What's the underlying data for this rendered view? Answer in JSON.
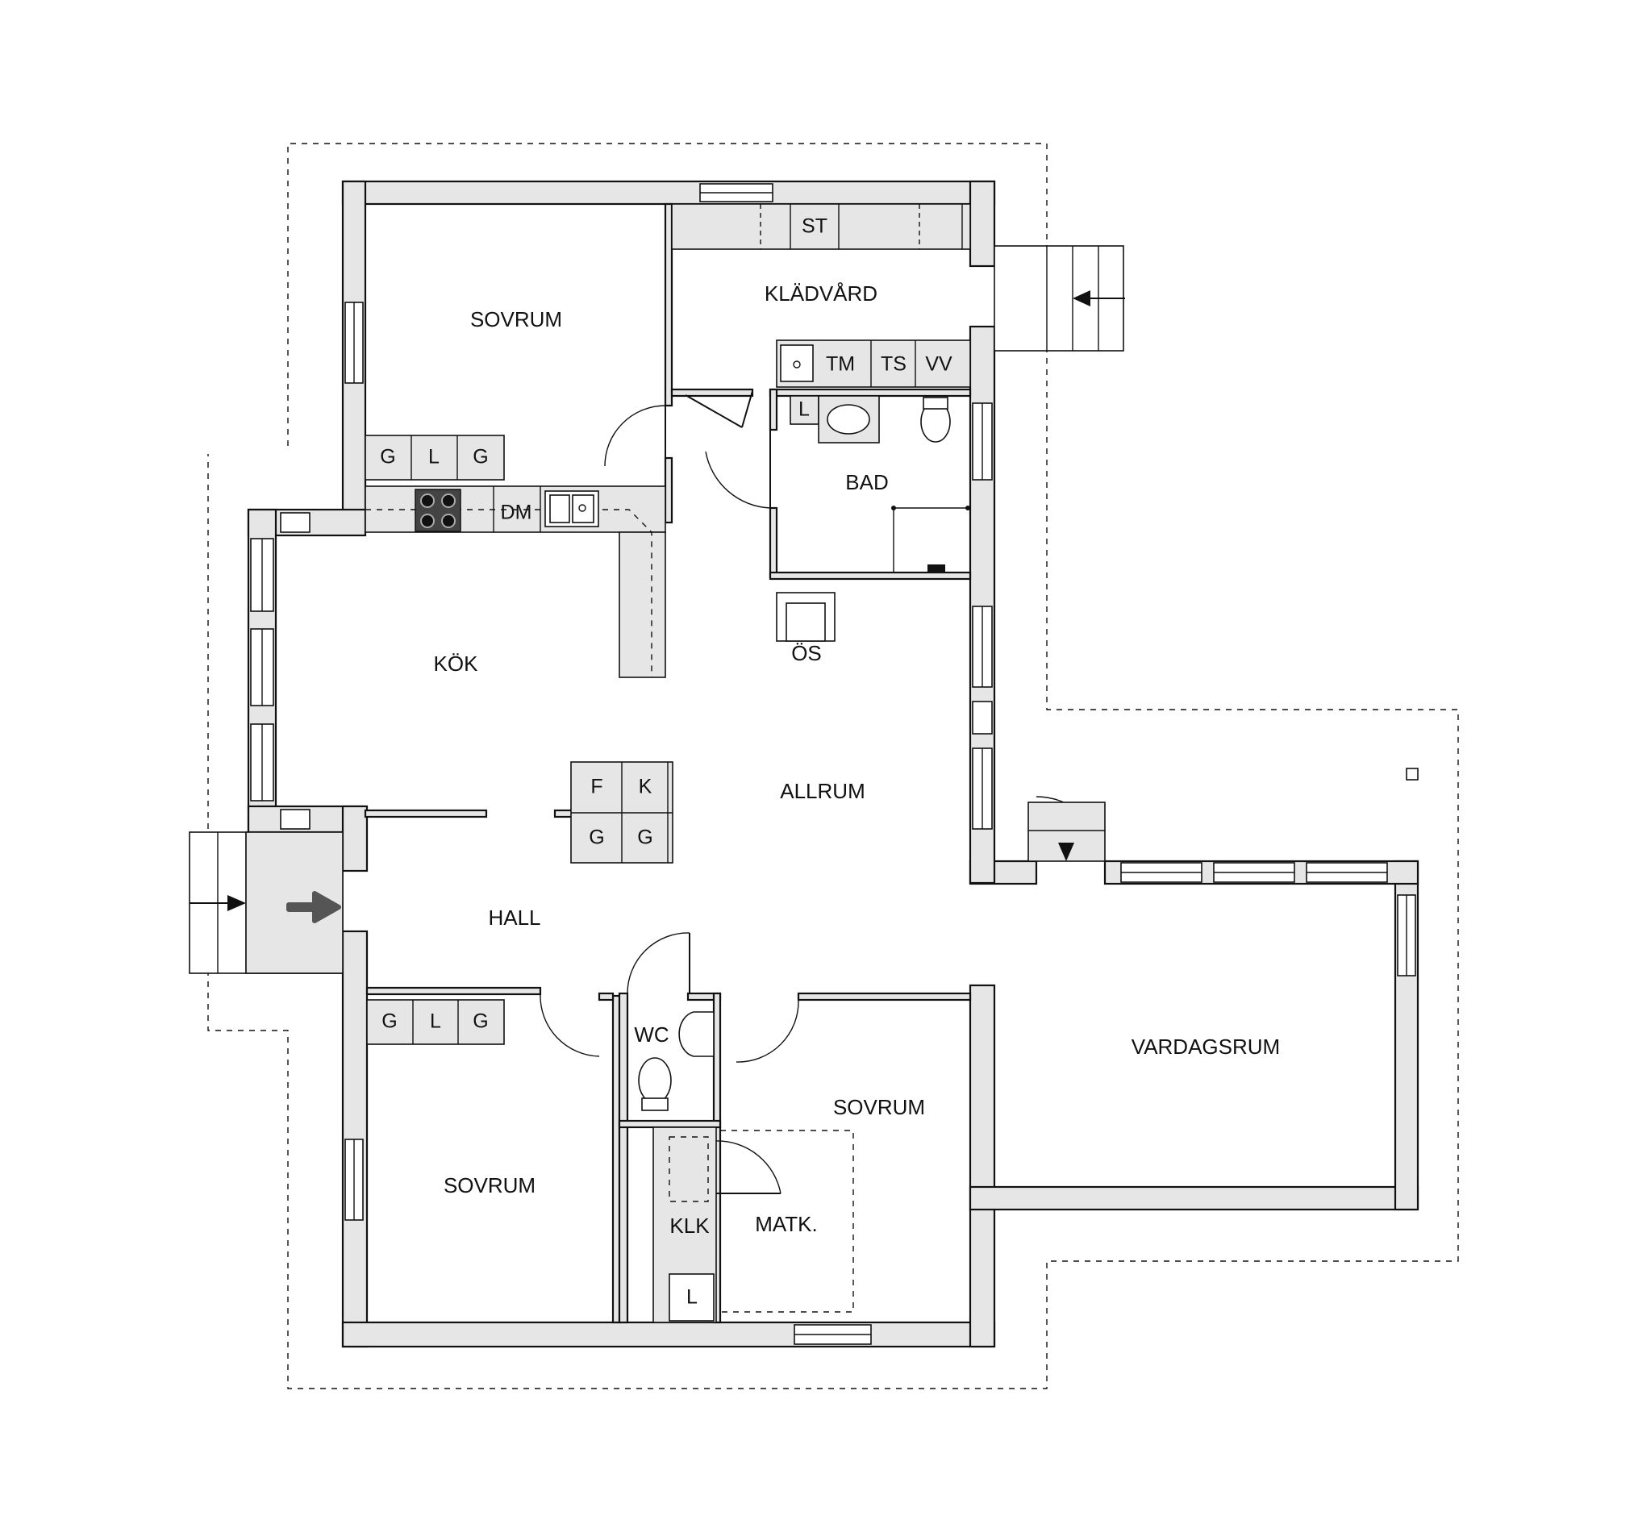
{
  "rooms": {
    "sovrum_top": "SOVRUM",
    "kladvard": "KLÄDVÅRD",
    "bad": "BAD",
    "kok": "KÖK",
    "os": "ÖS",
    "allrum": "ALLRUM",
    "hall": "HALL",
    "wc": "WC",
    "sovrum_mid": "SOVRUM",
    "vardagsrum": "VARDAGSRUM",
    "sovrum_left": "SOVRUM",
    "klk": "KLK",
    "matk": "MATK."
  },
  "fixtures": {
    "st": "ST",
    "tm": "TM",
    "ts": "TS",
    "vv": "VV",
    "bad_l": "L",
    "dm": "DM",
    "g": "G",
    "l": "L",
    "f": "F",
    "k": "K",
    "klk_l": "L"
  },
  "colors": {
    "wall_fill": "#e6e6e6",
    "line": "#111111",
    "background": "#ffffff"
  }
}
